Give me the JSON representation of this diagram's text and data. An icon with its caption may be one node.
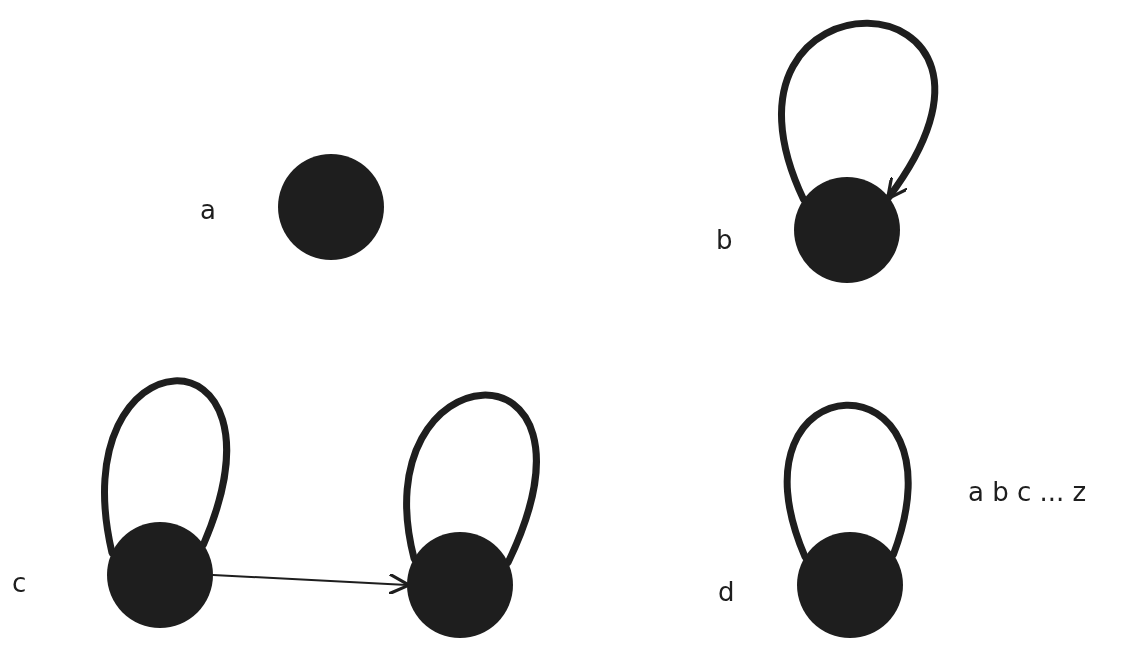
{
  "diagram": {
    "nodes": [
      {
        "text": [],
        "shape": "circle",
        "beside": [
          "a"
        ]
      },
      {
        "text": [],
        "shape": "circle",
        "beside": [
          "b"
        ]
      },
      {
        "text": [],
        "shape": "circle",
        "beside": [
          "c"
        ]
      },
      {
        "text": [],
        "shape": "circle"
      },
      {
        "text": [],
        "shape": "circle",
        "beside": [
          "d"
        ]
      }
    ],
    "edges": [
      {
        "from": 1,
        "to": 1,
        "arrow": "to"
      },
      {
        "from": 2,
        "to": 2,
        "arrow": "none"
      },
      {
        "from": 2,
        "to": 3,
        "arrow": "to"
      },
      {
        "from": 3,
        "to": 3,
        "arrow": "none"
      },
      {
        "from": 4,
        "to": 4,
        "arrow": "none",
        "label": "a b c ... z"
      }
    ]
  }
}
